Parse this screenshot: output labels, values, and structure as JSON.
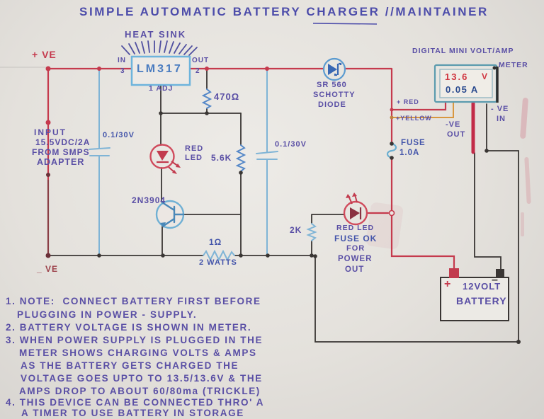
{
  "title": "SIMPLE AUTOMATIC BATTERY CHARGER //MAINTAINER",
  "colors": {
    "wire_red": "#c53a4d",
    "wire_dark": "#3a3634",
    "wire_blue": "#7fb4d6",
    "wire_yellow": "#d8973f",
    "ink_purple": "#5a4fa5",
    "ink_blue": "#4455aa",
    "meter_volts": "#d03540",
    "meter_amps": "#2a4a8e"
  },
  "circuit": {
    "plus_ve": "+ VE",
    "minus_ve": "_ VE",
    "heatsink": "HEAT SINK",
    "regulator": {
      "name": "LM317",
      "pin_in": "IN",
      "pin_in_no": "3",
      "pin_out": "OUT",
      "pin_out_no": "2",
      "pin_adj": "1 ADJ"
    },
    "input": {
      "lines": [
        "INPUT",
        "15.5VDC/2A",
        "FROM SMPS",
        "ADAPTER"
      ]
    },
    "cap_input": "0.1/30V",
    "cap_output": "0.1/30V",
    "resistor_470": "470Ω",
    "led_charge": {
      "l1": "RED",
      "l2": "LED"
    },
    "resistor_56k": "5.6K",
    "transistor": "2N3904",
    "diode": {
      "lines": [
        "SR 560",
        "SCHOTTY",
        "DIODE"
      ]
    },
    "fuse": {
      "l1": "FUSE",
      "l2": "1.0A"
    },
    "resistor_2k": "2K",
    "led_fuse": {
      "lines": [
        "RED LED",
        "FUSE OK",
        "FOR",
        "POWER",
        "OUT"
      ]
    },
    "resistor_1ohm": {
      "value": "1Ω",
      "power": "2 WATTS"
    },
    "meter": {
      "title1": "DIGITAL MINI VOLT/AMP",
      "title2": "METER",
      "volts": "13.6",
      "volts_unit": "V",
      "amps": "0.05 A",
      "wire_red": "+ RED",
      "wire_yellow": "+YELLOW",
      "ve_out1": "-VE",
      "ve_out2": "OUT",
      "ve_in1": "- VE",
      "ve_in2": "IN"
    },
    "battery": {
      "plus": "+",
      "minus": "–",
      "l1": "12VOLT",
      "l2": "BATTERY"
    }
  },
  "notes": {
    "lines": [
      "1. NOTE:  CONNECT BATTERY FIRST BEFORE",
      "PLUGGING IN POWER - SUPPLY.",
      "2. BATTERY VOLTAGE IS SHOWN IN METER.",
      "3. WHEN POWER SUPPLY IS PLUGGED IN THE",
      "METER SHOWS CHARGING VOLTS & AMPS",
      "AS THE BATTERY GETS CHARGED THE",
      "VOLTAGE GOES UPTO TO 13.5/13.6V & THE",
      "AMPS DROP TO ABOUT 60/80ma (TRICKLE)",
      "4. THIS DEVICE CAN BE CONNECTED THRO' A",
      "A TIMER TO USE BATTERY IN STORAGE"
    ]
  }
}
